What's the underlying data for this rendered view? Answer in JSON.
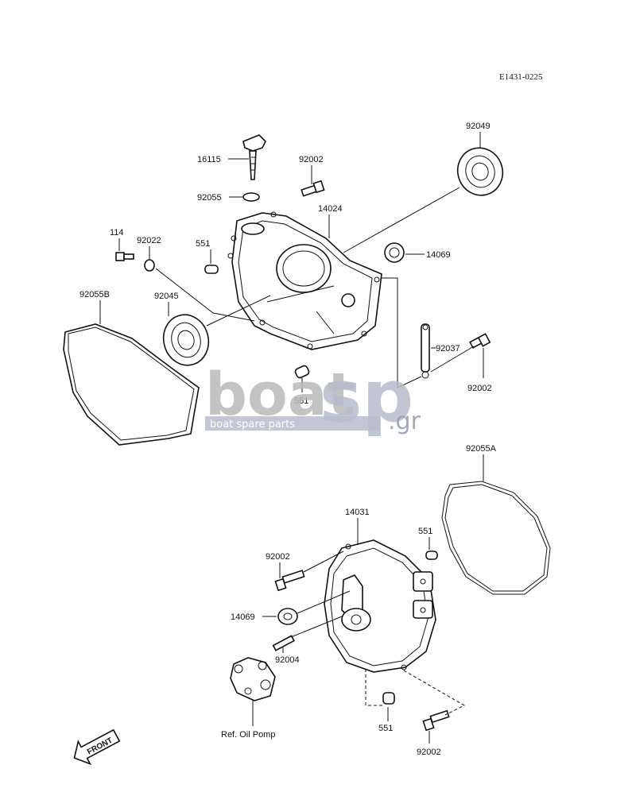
{
  "diagram_code": "E1431-0225",
  "labels": {
    "l16115": "16115",
    "l92002_top": "92002",
    "l92049": "92049",
    "l92055": "92055",
    "l14024": "14024",
    "l114": "114",
    "l92022": "92022",
    "l551_a": "551",
    "l14069_top": "14069",
    "l92055B": "92055B",
    "l92045": "92045",
    "l92037": "92037",
    "l92002_right": "92002",
    "l551_b": "551",
    "l92055A": "92055A",
    "l14031": "14031",
    "l551_c": "551",
    "l92002_mid": "92002",
    "l14069_bot": "14069",
    "l92004": "92004",
    "l551_d": "551",
    "ref_oil_pump": "Ref. Oil Pomp",
    "l92002_bot": "92002"
  },
  "front_arrow": "FRONT",
  "watermark": {
    "brand_left": "boat",
    "brand_right": "sp",
    "tld": ".gr",
    "tagline": "boat spare parts"
  }
}
